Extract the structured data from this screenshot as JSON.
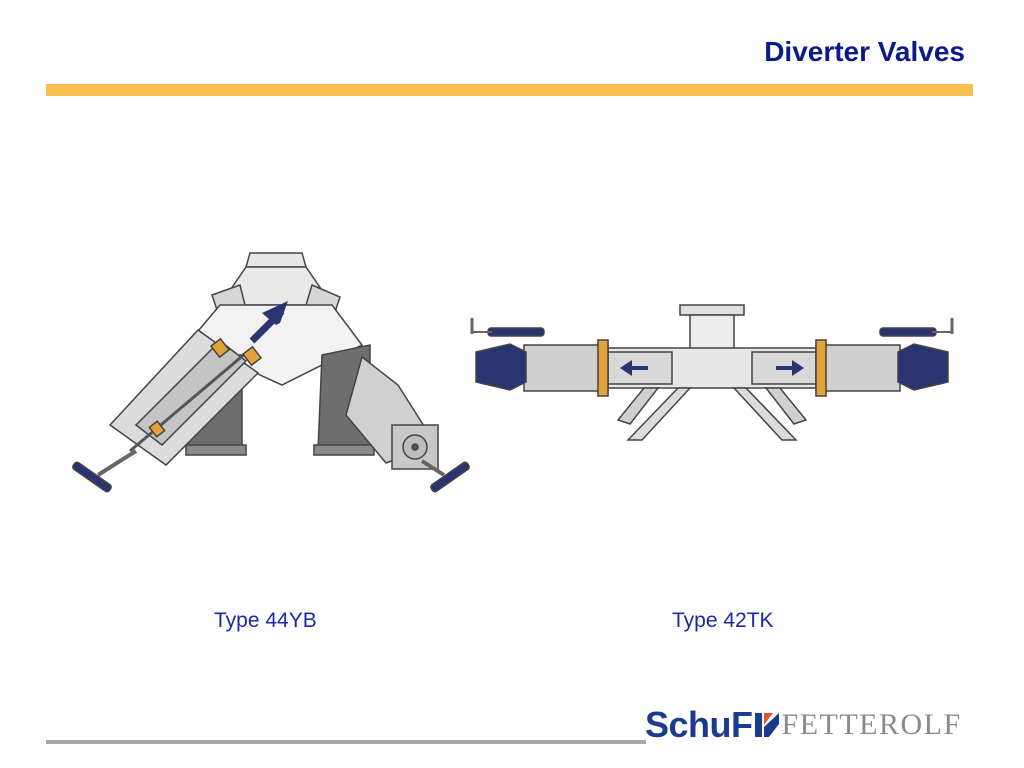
{
  "slide": {
    "title": "Diverter Valves",
    "figures": [
      {
        "caption": "Type 44YB"
      },
      {
        "caption": "Type 42TK"
      }
    ],
    "logo": {
      "brand_primary": "SchuF",
      "brand_secondary": "FETTEROLF",
      "icon": "schuf-logo-mark-icon"
    }
  },
  "colors": {
    "title": "#0a1a8c",
    "accent_rule": "#f9bf4e",
    "caption": "#1a2aa6",
    "footer_line": "#a8a8a8",
    "logo_primary": "#1b3b8c",
    "logo_secondary": "#8a8a8a",
    "logo_mark": "#e2582a"
  }
}
